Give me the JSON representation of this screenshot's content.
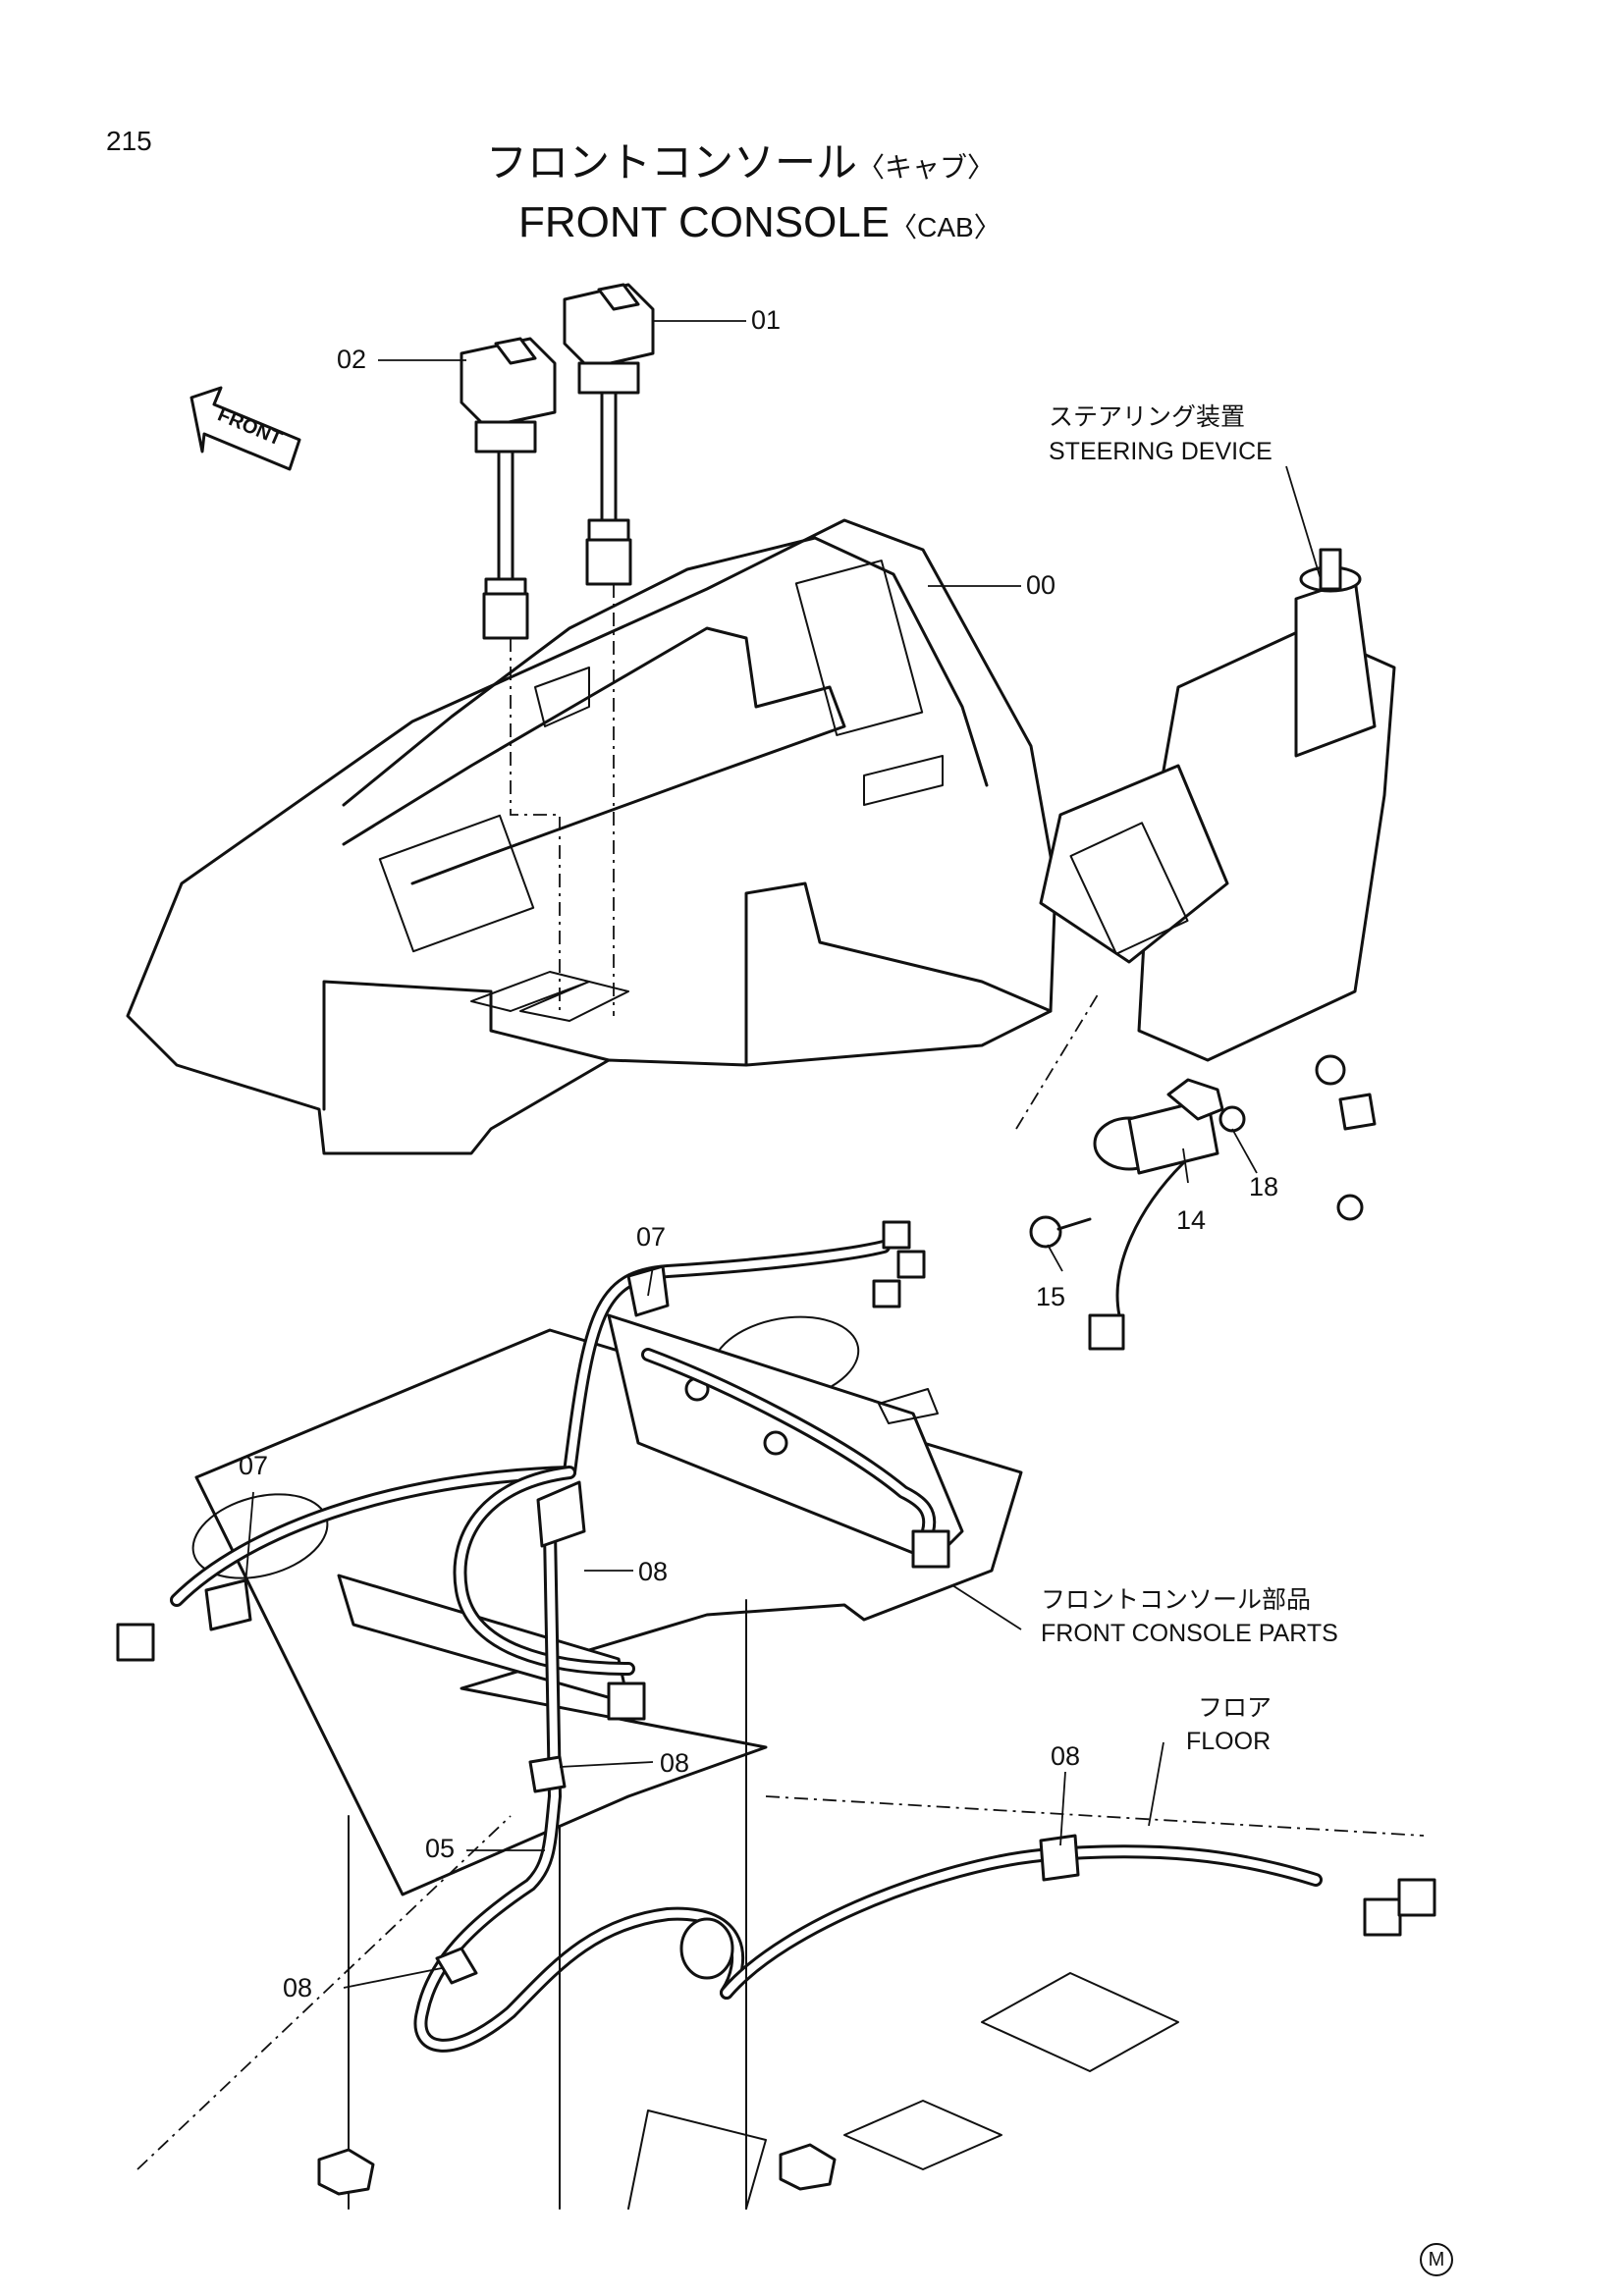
{
  "page_number": "215",
  "title_ja": "フロントコンソール",
  "title_ja_suffix": "〈キャブ〉",
  "title_en": "FRONT CONSOLE",
  "title_en_suffix": "〈CAB〉",
  "front_arrow_label": "FRONT",
  "callouts": {
    "c00": "00",
    "c01": "01",
    "c02": "02",
    "c05": "05",
    "c07a": "07",
    "c07b": "07",
    "c08a": "08",
    "c08b": "08",
    "c08c": "08",
    "c08d": "08",
    "c14": "14",
    "c15": "15",
    "c18": "18"
  },
  "labels": {
    "steering_ja": "ステアリング装置",
    "steering_en": "STEERING DEVICE",
    "parts_ja": "フロントコンソール部品",
    "parts_en": "FRONT CONSOLE PARTS",
    "floor_ja": "フロア",
    "floor_en": "FLOOR"
  },
  "corner_mark": "M"
}
